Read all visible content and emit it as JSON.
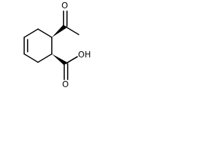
{
  "structure": {
    "atom_labels": {
      "ketone_oxygen": "O",
      "acid_oxygen": "O",
      "acid_hydroxyl": "OH"
    }
  },
  "colors": {
    "background": "#ffffff",
    "ink": "#000000"
  }
}
